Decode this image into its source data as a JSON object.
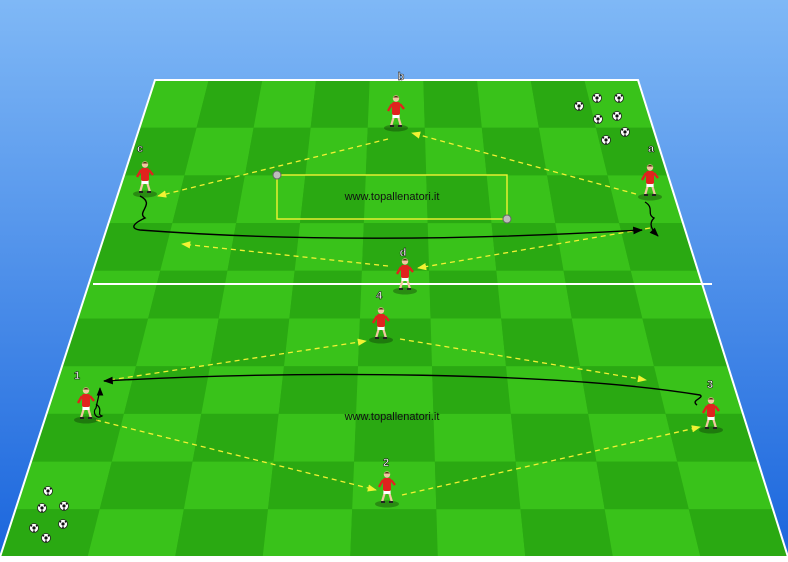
{
  "diagram": {
    "watermark_top": "www.topallenatori.it",
    "watermark_bottom": "www.topallenatori.it",
    "colors": {
      "background_top": "#6fb0f5",
      "background_bottom": "#1f6fe0",
      "pitch_light": "#39c21a",
      "pitch_dark": "#2aa912",
      "player_shirt": "#e0231e",
      "pass_line": "#f2f233",
      "run_line": "#000000",
      "field_line": "#ffffff"
    },
    "top_drill": {
      "players": [
        {
          "id": "b",
          "label": "b"
        },
        {
          "id": "c",
          "label": "c"
        },
        {
          "id": "a",
          "label": "a"
        },
        {
          "id": "d",
          "label": "d"
        }
      ],
      "ball_count": 7
    },
    "bottom_drill": {
      "players": [
        {
          "id": "4",
          "label": "4"
        },
        {
          "id": "1",
          "label": "1"
        },
        {
          "id": "3",
          "label": "3"
        },
        {
          "id": "2",
          "label": "2"
        }
      ],
      "ball_count": 6
    },
    "icons": {
      "ball": "soccer-ball-icon",
      "player": "player-figure-icon"
    }
  }
}
